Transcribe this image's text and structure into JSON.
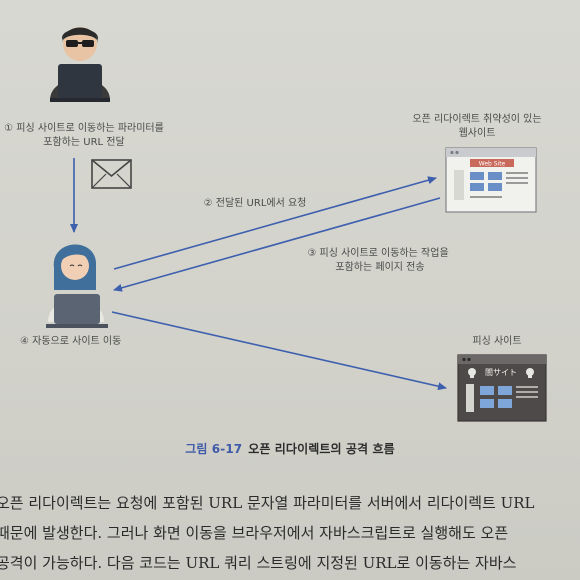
{
  "figure": {
    "step1_line1": "① 피싱 사이트로 이동하는 파라미터를",
    "step1_line2": "포함하는 URL 전달",
    "step2": "② 전달된 URL에서 요청",
    "step3_line1": "③ 피싱 사이트로 이동하는 작업을",
    "step3_line2": "포함하는 페이지 전송",
    "step4": "④ 자동으로 사이트 이동",
    "vuln_site_line1": "오픈 리다이렉트 취약성이 있는",
    "vuln_site_line2": "웹사이트",
    "website_window_title": "Web Site",
    "phishing_site_label": "피싱 사이트",
    "phishing_window_title": "闇サイト"
  },
  "caption": {
    "number": "그림 6-17",
    "title": "오픈 리다이렉트의 공격 흐름"
  },
  "body": {
    "line1": "오픈 리다이렉트는 요청에 포함된 URL 문자열 파라미터를 서버에서 리다이렉트 URL",
    "line2": "때문에 발생한다. 그러나 화면 이동을 브라우저에서 자바스크립트로 실행해도 오픈",
    "line3": "공격이 가능하다. 다음 코드는 URL 쿼리 스트링에 지정된 URL로 이동하는 자바스"
  },
  "colors": {
    "arrow": "#3d5fae",
    "caption_number": "#3f5aa8",
    "laptop": "#545d6a"
  }
}
